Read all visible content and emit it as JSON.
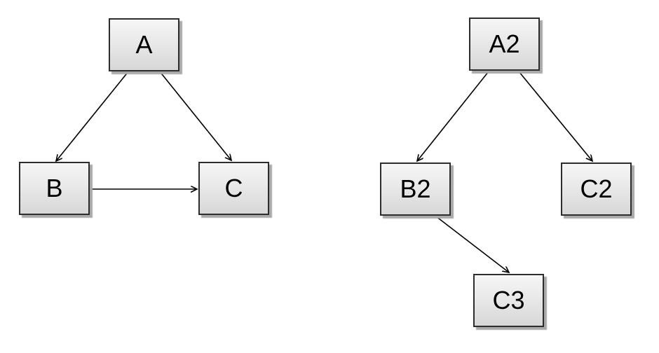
{
  "page": {
    "background_color": "#ffffff"
  },
  "colors": {
    "node_fill_top": "#f6f6f6",
    "node_fill_bottom": "#d7d7d7",
    "node_border": "#2d2d2d",
    "node_shadow": "#a9a9a9",
    "edge_stroke": "#000000",
    "label_color": "#000000"
  },
  "diagram": {
    "type": "directed-graph",
    "graphs": [
      {
        "name": "left-graph",
        "nodes": [
          {
            "id": "A",
            "label": "A"
          },
          {
            "id": "B",
            "label": "B"
          },
          {
            "id": "C",
            "label": "C"
          }
        ],
        "edges": [
          {
            "from": "A",
            "to": "B"
          },
          {
            "from": "A",
            "to": "C"
          },
          {
            "from": "B",
            "to": "C"
          }
        ]
      },
      {
        "name": "right-graph",
        "nodes": [
          {
            "id": "A2",
            "label": "A2"
          },
          {
            "id": "B2",
            "label": "B2"
          },
          {
            "id": "C2",
            "label": "C2"
          },
          {
            "id": "C3",
            "label": "C3"
          }
        ],
        "edges": [
          {
            "from": "A2",
            "to": "B2"
          },
          {
            "from": "A2",
            "to": "C2"
          },
          {
            "from": "B2",
            "to": "C3"
          }
        ]
      }
    ]
  }
}
